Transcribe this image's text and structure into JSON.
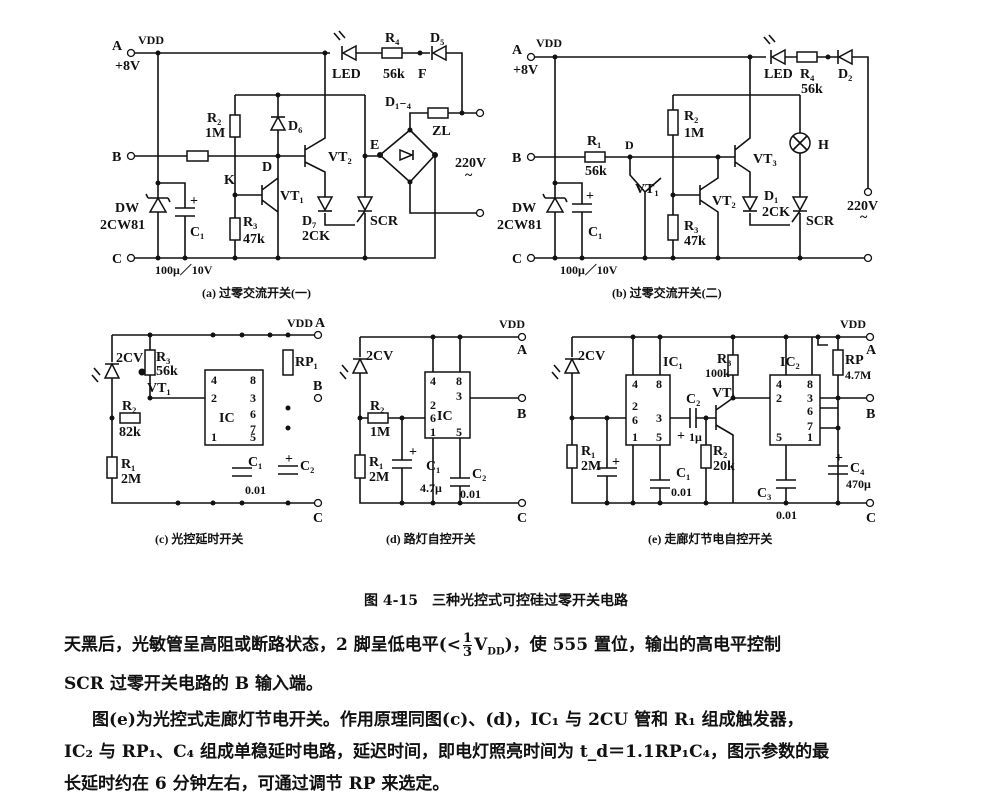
{
  "diagram_a": {
    "A": "A",
    "vdd": "VDD",
    "v8": "+8V",
    "B": "B",
    "C": "C",
    "R2": "R₂",
    "R2v": "1M",
    "D6": "D₆",
    "D": "D",
    "K": "K",
    "VT1": "VT₁",
    "VT2": "VT₂",
    "R3": "R₃",
    "R3v": "47k",
    "D7": "D₇",
    "D7v": "2CK",
    "SCR": "SCR",
    "E": "E",
    "LED": "LED",
    "R4": "R₄",
    "R4v": "56k",
    "F": "F",
    "D5": "D₅",
    "D14": "D₁₋₄",
    "ZL": "ZL",
    "ac": "220V",
    "tilde": "~",
    "DW": "DW",
    "DWv": "2CW81",
    "C1": "C₁",
    "C1v": "100μ／10V",
    "plus": "+",
    "caption": "(a) 过零交流开关(一)"
  },
  "diagram_b": {
    "A": "A",
    "vdd": "VDD",
    "v8": "+8V",
    "B": "B",
    "C": "C",
    "R1": "R₁",
    "R1v": "56k",
    "D": "D",
    "VT1": "VT₁",
    "VT2": "VT₂",
    "VT3": "VT₃",
    "R2": "R₂",
    "R2v": "1M",
    "R3": "R₃",
    "R3v": "47k",
    "LED": "LED",
    "R4": "R₄",
    "R4v": "56k",
    "D2": "D₂",
    "H": "H",
    "D1": "D₁",
    "D1v": "2CK",
    "SCR": "SCR",
    "ac": "220V",
    "tilde": "~",
    "DW": "DW",
    "DWv": "2CW81",
    "C1": "C₁",
    "C1v": "100μ／10V",
    "plus": "+",
    "caption": "(b) 过零交流开关(二)"
  },
  "diagram_c": {
    "vdd": "VDD",
    "A": "A",
    "B": "B",
    "C": "C",
    "cv": "2CV",
    "R3": "R₃",
    "R3v": "56k",
    "VT1": "VT₁",
    "R2": "R₂",
    "R2v": "82k",
    "R1": "R₁",
    "R1v": "2M",
    "IC": "IC",
    "p4": "4",
    "p8": "8",
    "p2": "2",
    "p3": "3",
    "p6": "6",
    "p7": "7",
    "p1": "1",
    "p5": "5",
    "RP1": "RP₁",
    "C1": "C₁",
    "C1v": "0.01",
    "C2": "C₂",
    "plus": "+",
    "caption": "(c) 光控延时开关"
  },
  "diagram_d": {
    "vdd": "VDD",
    "A": "A",
    "B": "B",
    "C": "C",
    "cv": "2CV",
    "R2": "R₂",
    "R2v": "1M",
    "R1": "R₁",
    "R1v": "2M",
    "C1": "C₁",
    "C1v": "4.7μ",
    "IC": "IC",
    "p4": "4",
    "p8": "8",
    "p2": "2",
    "p3": "3",
    "p6": "6",
    "p1": "1",
    "p5": "5",
    "C2": "C₂",
    "C2v": "0.01",
    "plus": "+",
    "caption": "(d) 路灯自控开关"
  },
  "diagram_e": {
    "vdd": "VDD",
    "A": "A",
    "B": "B",
    "C": "C",
    "cv": "2CV",
    "R1": "R₁",
    "R1v": "2M",
    "IC1": "IC₁",
    "IC2": "IC₂",
    "a4": "4",
    "a8": "8",
    "a2": "2",
    "a6": "6",
    "a3": "3",
    "a1": "1",
    "a5": "5",
    "b4": "4",
    "b8": "8",
    "b2": "2",
    "b3": "3",
    "b6": "6",
    "b7": "7",
    "b5": "5",
    "b1": "1",
    "C2": "C₂",
    "C2v": "1μ",
    "R3": "R₃",
    "R3v": "100k",
    "VT1": "VT₁",
    "R2": "R₂",
    "R2v": "20k",
    "C1": "C₁",
    "C1v": "0.01",
    "C3": "C₃",
    "C3v": "0.01",
    "RP": "RP",
    "RPv": "4.7M",
    "C4": "C₄",
    "C4v": "470μ",
    "plus": "+",
    "caption": "(e) 走廊灯节电自控开关"
  },
  "figure_caption": "图 4-15　三种光控式可控硅过零开关电路",
  "body": {
    "p1_a": "天黑后，光敏管呈高阻或断路状态，2 脚呈低电平(<",
    "p1_num": "1",
    "p1_den": "3",
    "p1_b": "V",
    "p1_sub": "DD",
    "p1_c": ")，使 555 置位，输出的高电平控制",
    "p2": "SCR 过零开关电路的 B 输入端。",
    "p3": "图(e)为光控式走廊灯节电开关。作用原理同图(c)、(d)，IC₁ 与 2CU 管和 R₁ 组成触发器，",
    "p4": "IC₂ 与 RP₁、C₄ 组成单稳延时电路，延迟时间，即电灯照亮时间为 t_d＝1.1RP₁C₄，图示参数的最",
    "p5": "长延时约在 6 分钟左右，可通过调节 RP 来选定。"
  }
}
